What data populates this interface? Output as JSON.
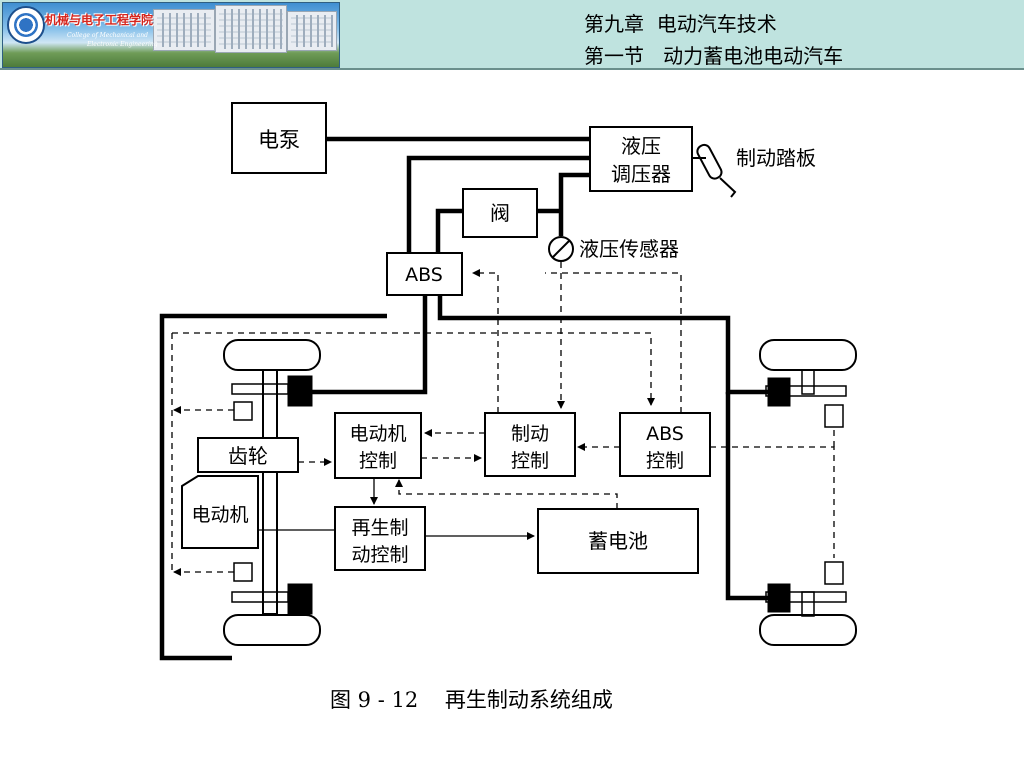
{
  "header": {
    "college_cn": "机械与电子工程学院",
    "college_en_1": "College of Mechanical and",
    "college_en_2": "Electronic Engineering",
    "chapter": "第九章  电动汽车技术",
    "section": "第一节   动力蓄电池电动汽车"
  },
  "diagram": {
    "labels": {
      "pump": "电泵",
      "regulator_1": "液压",
      "regulator_2": "调压器",
      "pedal": "制动踏板",
      "valve": "阀",
      "pressure_sensor": "液压传感器",
      "abs_unit": "ABS",
      "gear": "齿轮",
      "motor": "电动机",
      "motor_control_1": "电动机",
      "motor_control_2": "控制",
      "brake_control_1": "制动",
      "brake_control_2": "控制",
      "abs_control_1": "ABS",
      "abs_control_2": "控制",
      "regen_1": "再生制",
      "regen_2": "动控制",
      "battery": "蓄电池"
    },
    "caption": "图 9 - 12    再生制动系统组成"
  }
}
